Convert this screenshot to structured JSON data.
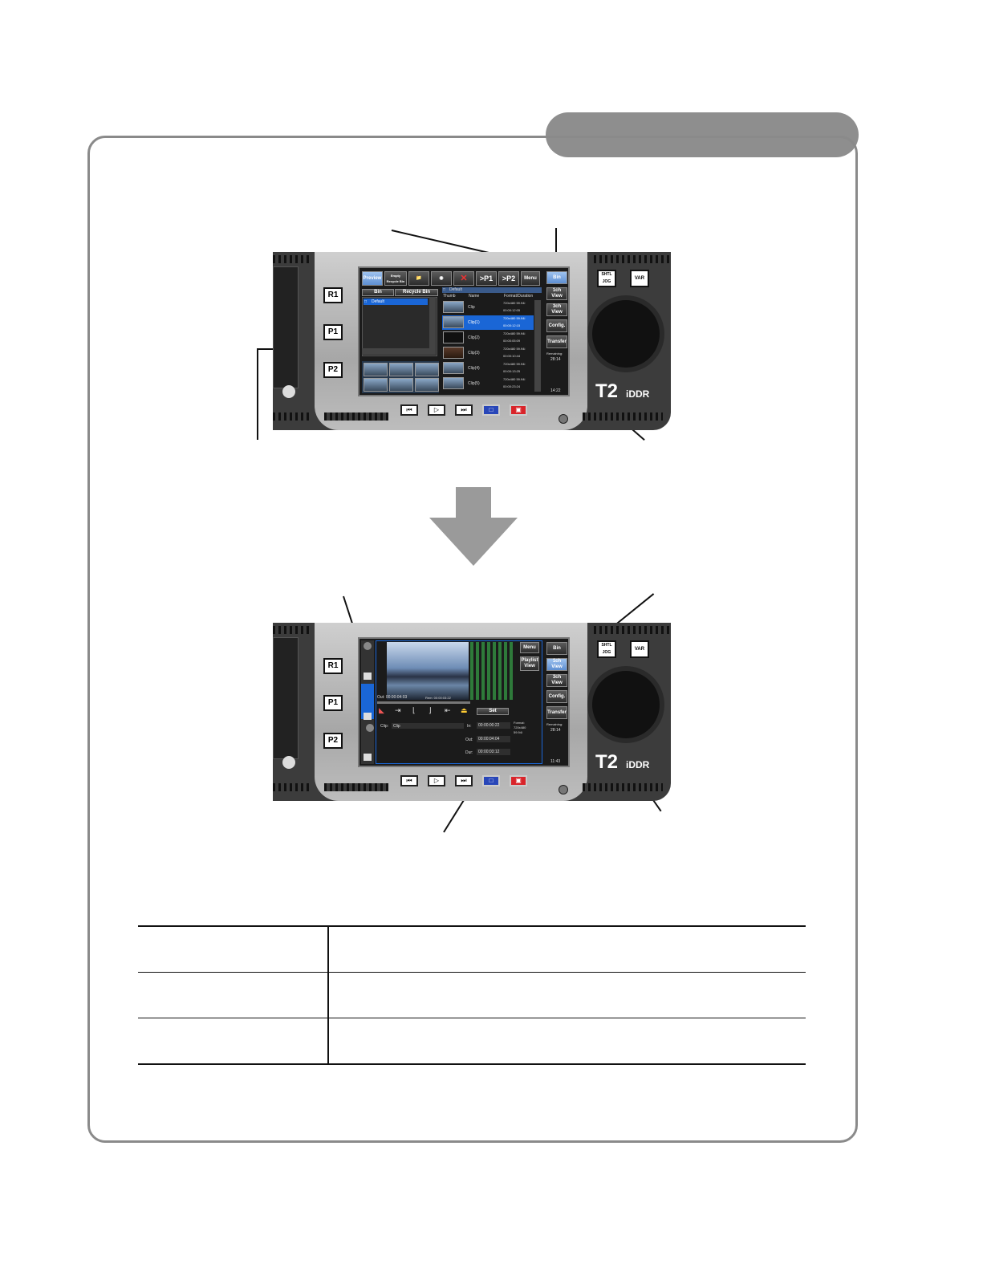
{
  "device_top": {
    "side_buttons": [
      "R1",
      "P1",
      "P2"
    ],
    "toolbar": {
      "preview": "Preview",
      "empty_recycle_bin": "Empty Recycle Bin",
      "send_p1": ">P1",
      "send_p2": ">P2",
      "menu": "Menu"
    },
    "right_buttons": [
      "Bin",
      "1ch View",
      "3ch View",
      "Config.",
      "Transfer"
    ],
    "tabs": [
      "Bin",
      "Recycle Bin"
    ],
    "tree_item": "Default",
    "list_header_folder": "Default",
    "columns": [
      "Thumb",
      "Name",
      "Format/Duration"
    ],
    "clips": [
      {
        "name": "Clip",
        "format": "720x480 59.94i",
        "duration": "00:00:12:05"
      },
      {
        "name": "Clip(1)",
        "format": "720x480 59.94i",
        "duration": "00:00:12:15"
      },
      {
        "name": "Clip(2)",
        "format": "720x480 59.94i",
        "duration": "00:00:05:09"
      },
      {
        "name": "Clip(3)",
        "format": "720x480 59.94i",
        "duration": "00:00:10:44"
      },
      {
        "name": "Clip(4)",
        "format": "720x480 59.94i",
        "duration": "00:00:13:25"
      },
      {
        "name": "Clip(5)",
        "format": "720x480 59.94i",
        "duration": "00:00:23:24"
      }
    ],
    "remaining_label": "Remaining:",
    "remaining_value": "28:14",
    "clock": "14:22",
    "hw_buttons": [
      "SHTL JOG",
      "VAR"
    ],
    "brand": "T2",
    "brand_sub": "iDDR"
  },
  "device_bottom": {
    "side_buttons": [
      "R1",
      "P1",
      "P2"
    ],
    "menu": "Menu",
    "playlist_view": "Playlist View",
    "right_buttons": [
      "Bin",
      "1ch View",
      "3ch View",
      "Config.",
      "Transfer"
    ],
    "timecode_label": "Out: 00:00:04:03",
    "rem_label": "Rem: 00:00:03:22",
    "set_button": "Set",
    "clip_label": "Clip:",
    "clip_value": "Clip",
    "in_label": "In:",
    "in_value": "00:00:00:22",
    "out_label": "Out:",
    "out_value": "00:00:04:04",
    "dur_label": "Dur:",
    "dur_value": "00:00:03:12",
    "format_label": "Format:",
    "format_value": "720x480",
    "format_rate": "59.94i",
    "remaining_label": "Remaining:",
    "remaining_value": "28:14",
    "clock": "11:43",
    "hw_buttons": [
      "SHTL JOG",
      "VAR"
    ],
    "brand": "T2",
    "brand_sub": "iDDR"
  },
  "colors": {
    "accent_blue": "#1a66d6",
    "button_on": "#7fa8e0",
    "stop_button": "#2846b8",
    "record_button": "#d9242a",
    "frame_gray": "#8a8a8a"
  }
}
